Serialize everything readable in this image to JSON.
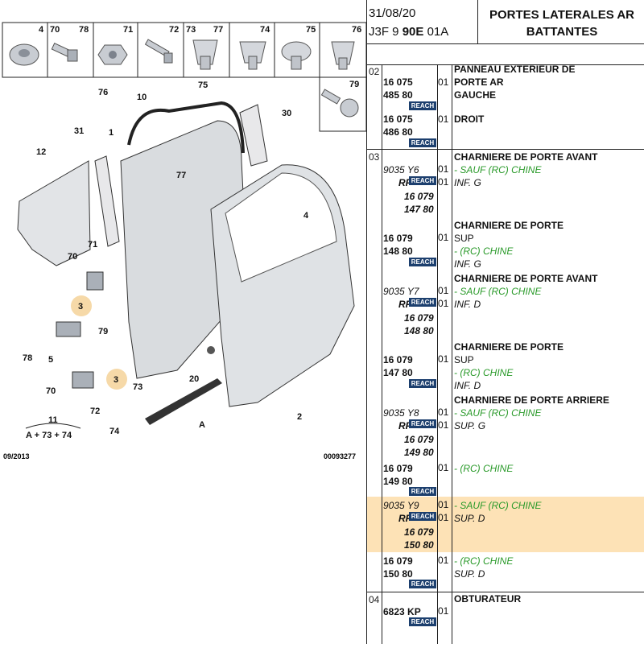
{
  "header": {
    "date": "31/08/20",
    "ref_prefix": "J3F 9",
    "ref_bold": "90E",
    "ref_suffix": "01A",
    "title_line1": "PORTES LATERALES AR",
    "title_line2": "BATTANTES"
  },
  "diagram": {
    "top_parts": [
      "4",
      "70",
      "78",
      "71",
      "72",
      "73",
      "77",
      "74",
      "75",
      "76",
      "79"
    ],
    "callouts": [
      "76",
      "10",
      "75",
      "30",
      "31",
      "1",
      "12",
      "77",
      "4",
      "71",
      "70",
      "3",
      "79",
      "78",
      "5",
      "3",
      "70",
      "72",
      "20",
      "73",
      "74",
      "A",
      "2"
    ],
    "group_num": "11",
    "group_formula": "A + 73 + 74",
    "date_code": "09/2013",
    "drawing_id": "00093277"
  },
  "sections": {
    "s02": "02",
    "s03": "03",
    "s04": "04"
  },
  "rows": [
    {
      "pn1": "16 075",
      "pn2": "485 80",
      "qty": "01",
      "desc": "PANNEAU EXTERIEUR DE",
      "desc2": "PORTE AR",
      "desc3": "GAUCHE"
    },
    {
      "pn1": "16 075",
      "pn2": "486 80",
      "qty": "01",
      "desc": "DROIT"
    },
    {
      "pn1": "9035 Y6",
      "pn_alt": "16 079",
      "pn_alt2": "147 80",
      "rp": "RP",
      "qty": "01",
      "qty2": "01",
      "desc": "CHARNIERE DE PORTE AVANT",
      "note_green": "- SAUF (RC) CHINE",
      "note": "INF. G"
    },
    {
      "pn1": "16 079",
      "pn2": "148 80",
      "qty": "01",
      "desc": "CHARNIERE DE PORTE",
      "desc2": "SUP",
      "note_green": "- (RC) CHINE",
      "note": "INF. G"
    },
    {
      "pn1": "9035 Y7",
      "pn_alt": "16 079",
      "pn_alt2": "148 80",
      "rp": "RP",
      "qty": "01",
      "qty2": "01",
      "desc": "CHARNIERE DE PORTE AVANT",
      "note_green": "- SAUF (RC) CHINE",
      "note": "INF. D"
    },
    {
      "pn1": "16 079",
      "pn2": "147 80",
      "qty": "01",
      "desc": "CHARNIERE DE PORTE",
      "desc2": "SUP",
      "note_green": "- (RC) CHINE",
      "note": "INF. D"
    },
    {
      "pn1": "9035 Y8",
      "pn_alt": "16 079",
      "pn_alt2": "149 80",
      "rp": "RP",
      "qty": "01",
      "qty2": "01",
      "desc": "CHARNIERE DE PORTE ARRIERE",
      "note_green": "- SAUF (RC) CHINE",
      "note": "SUP. G"
    },
    {
      "pn1": "16 079",
      "pn2": "149 80",
      "qty": "01",
      "note_green": "- (RC) CHINE"
    },
    {
      "pn1": "9035 Y9",
      "pn_alt": "16 079",
      "pn_alt2": "150 80",
      "rp": "RP",
      "qty": "01",
      "qty2": "01",
      "note_green": "- SAUF (RC) CHINE",
      "note": "SUP. D"
    },
    {
      "pn1": "16 079",
      "pn2": "150 80",
      "qty": "01",
      "note_green": "- (RC) CHINE",
      "note": "SUP. D"
    },
    {
      "pn1": "6823 KP",
      "qty": "01",
      "desc": "OBTURATEUR"
    }
  ],
  "badge": "REACH",
  "colors": {
    "reach_bg": "#1c3f6e",
    "green": "#2a9a2a",
    "highlight": "#fde2b6",
    "callout": "#f6d9a8"
  }
}
